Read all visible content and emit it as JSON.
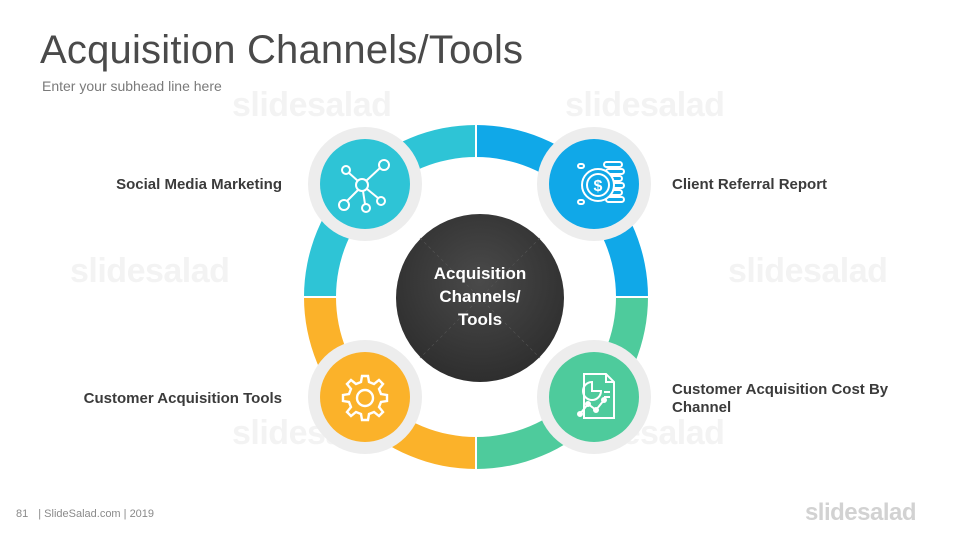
{
  "slide": {
    "title": "Acquisition Channels/Tools",
    "subhead": "Enter your subhead line here"
  },
  "center": {
    "lines": [
      "Acquisition",
      "Channels/",
      "Tools"
    ],
    "color": "#3a3a3a"
  },
  "segments": [
    {
      "label": "Social Media Marketing",
      "color": "#2ec4d6",
      "icon": "network-nodes-icon"
    },
    {
      "label": "Client Referral Report",
      "color": "#10a8e8",
      "icon": "dollar-coins-icon"
    },
    {
      "label": "Customer Acquisition Cost By Channel",
      "color": "#4ecb9c",
      "icon": "report-chart-icon"
    },
    {
      "label": "Customer Acquisition Tools",
      "color": "#fbb22a",
      "icon": "gear-icon"
    }
  ],
  "watermark": "slidesalad",
  "footer": {
    "page_number": "81",
    "credit": "| SlideSalad.com | 2019"
  },
  "brand": "slidesalad"
}
